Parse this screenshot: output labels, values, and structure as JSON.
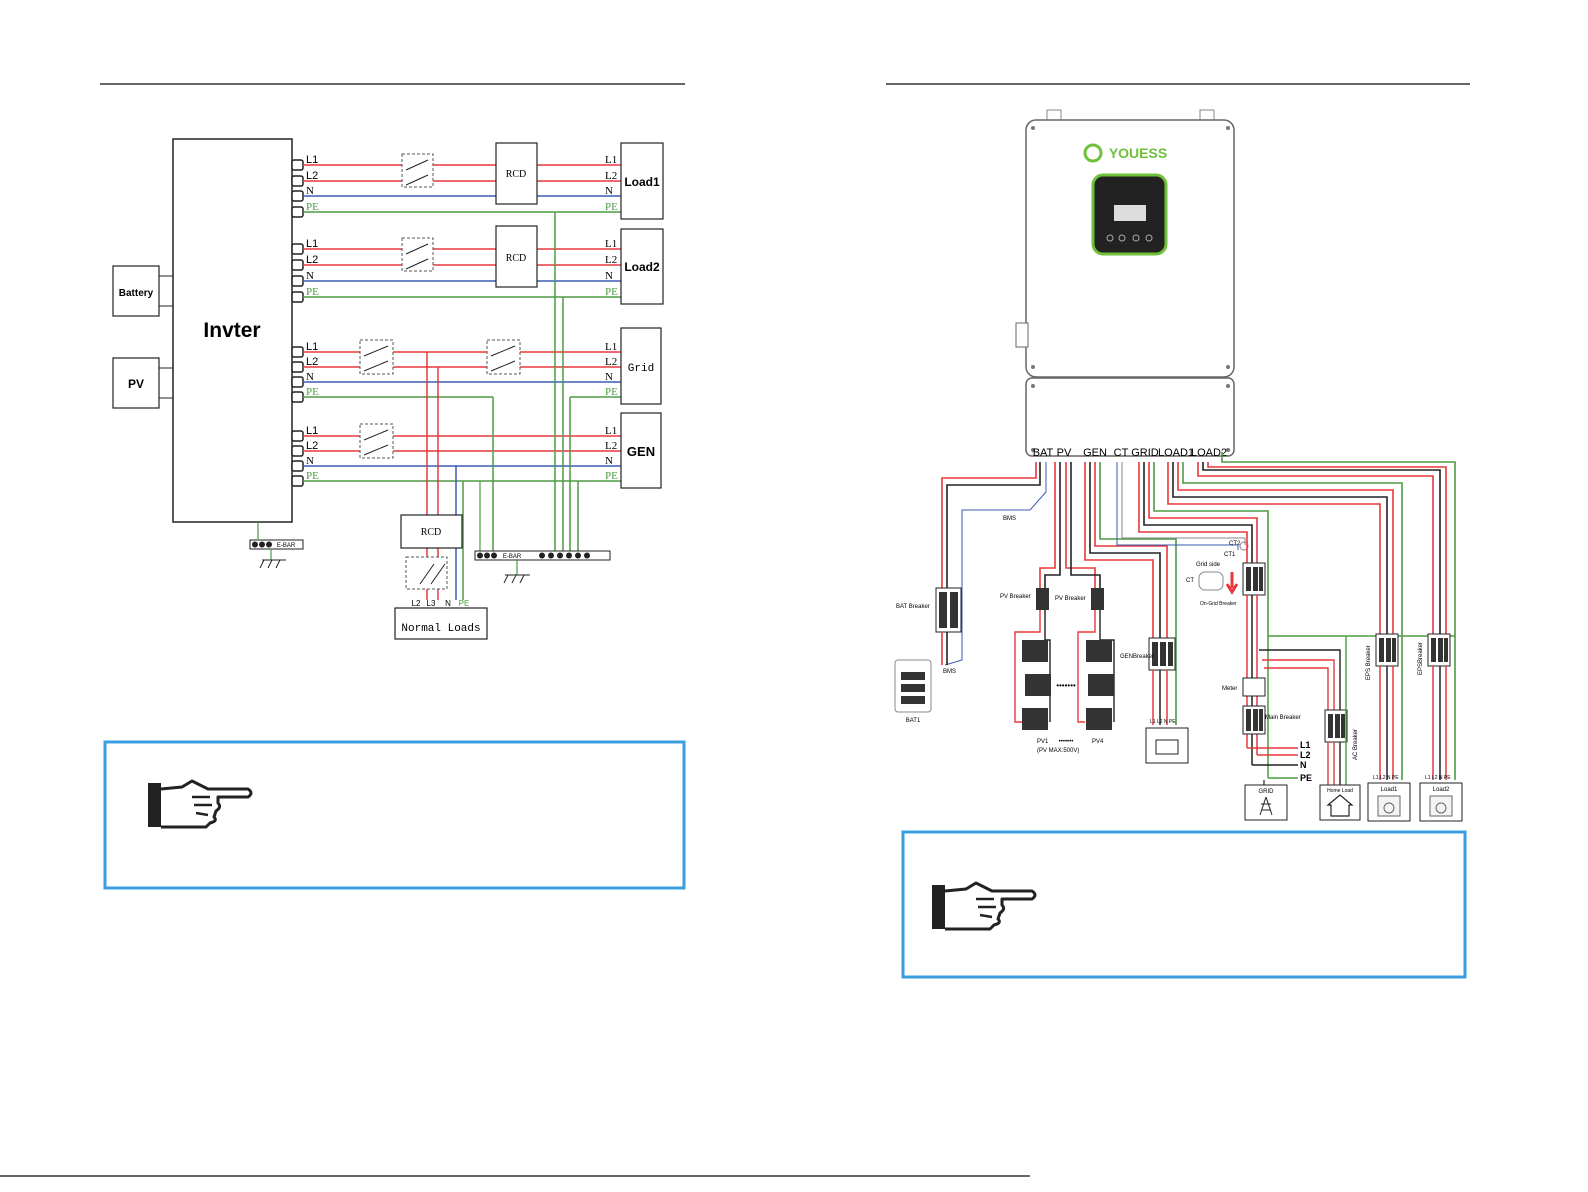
{
  "left_diagram": {
    "inverter_label": "Invter",
    "battery_label": "Battery",
    "pv_label": "PV",
    "load1": {
      "label": "Load1",
      "terms": [
        "L1",
        "L2",
        "N",
        "PE"
      ]
    },
    "load2": {
      "label": "Load2",
      "terms": [
        "L1",
        "L2",
        "N",
        "PE"
      ]
    },
    "grid": {
      "label": "Grid",
      "terms": [
        "L1",
        "L2",
        "N",
        "PE"
      ]
    },
    "gen": {
      "label": "GEN",
      "terms": [
        "L1",
        "L2",
        "N",
        "PE"
      ]
    },
    "inverter_terms": [
      "L1",
      "L2",
      "N",
      "PE"
    ],
    "rcd_label": "RCD",
    "ebar_left": "E-BAR",
    "ebar_right": "E-BAR",
    "normal_loads": "Normal Loads",
    "normal_loads_terms": [
      "L2",
      "L3",
      "N",
      "PE"
    ]
  },
  "right_diagram": {
    "brand": "YOUESS",
    "terminals": [
      "BAT",
      "PV",
      "GEN",
      "CT",
      "GRID",
      "LOAD1",
      "LOAD2"
    ],
    "bms_top": "BMS",
    "bms_bottom": "BMS",
    "bat_breaker": "BAT Breaker",
    "bat1": "BAT1",
    "pv_breaker_1": "PV Breaker",
    "pv_breaker_2": "PV Breaker",
    "pv1": "PV1",
    "pv_dots": "•••••••",
    "pv4": "PV4",
    "pv_max": "(PV MAX:500V)",
    "gen_breaker": "GENBreaker",
    "gen_terms": "L1 L2 N PE",
    "ct2": "CT2",
    "ct1": "CT1",
    "grid_side": "Grid side",
    "ct": "CT",
    "on_grid_breaker": "On-Grid Breaker",
    "meter": "Meter",
    "main_breaker": "Main Breaker",
    "ac_breaker": "AC Breaker",
    "eps_breaker_1": "EPS Breaker",
    "eps_breaker_2": "EPSBreaker",
    "grid_lines": [
      "L1",
      "L2",
      "N",
      "PE"
    ],
    "grid_box": "GRID",
    "home_load": "Home Load",
    "load1_box": "Load1",
    "load2_box": "Load2",
    "load_terms": "L1 L2 N PE"
  },
  "colors": {
    "red": "#e8383d",
    "blue": "#3b5bb5",
    "green": "#4d9b45",
    "dark": "#222222",
    "note_border": "#3a9fe0",
    "brand": "#6fc13a"
  },
  "notes": [
    {
      "icon": "pointing-hand-icon"
    },
    {
      "icon": "pointing-hand-icon"
    }
  ]
}
